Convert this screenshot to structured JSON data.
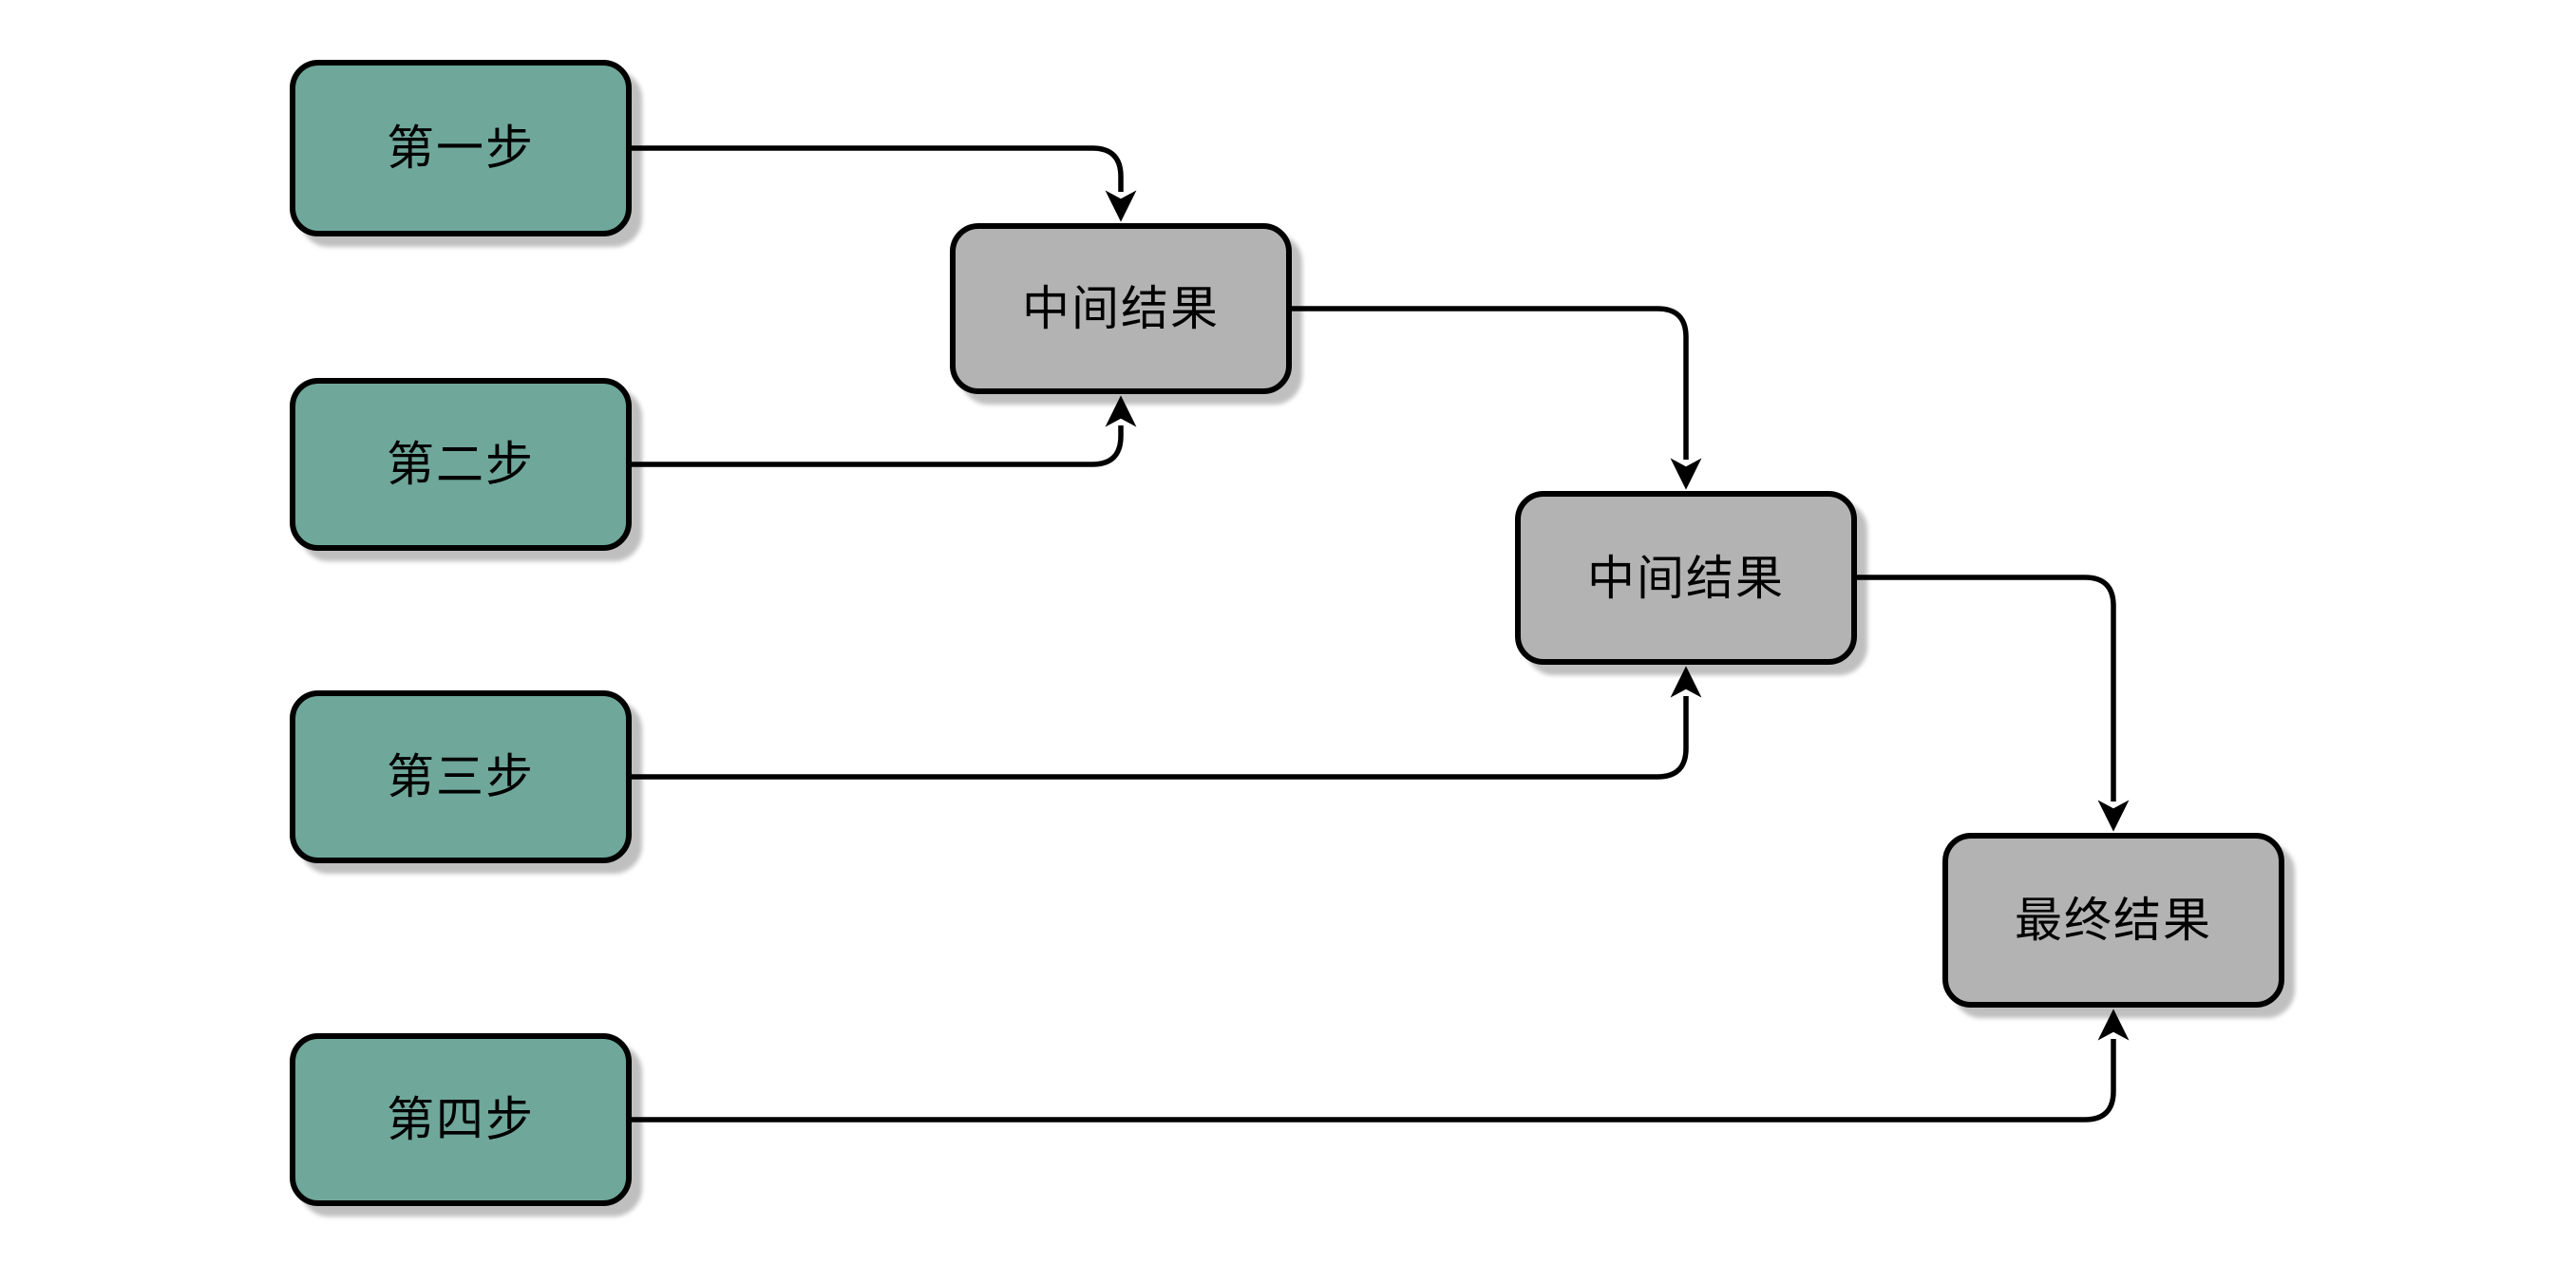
{
  "diagram": {
    "type": "flowchart",
    "direction": "left-to-right",
    "colors": {
      "background": "#ffffff",
      "step_fill": "#6fa79b",
      "result_fill": "#b3b3b3",
      "border": "#000000",
      "connector": "#000000",
      "text": "#000000",
      "shadow": "rgba(0,0,0,0.25)"
    },
    "nodes": [
      {
        "id": "step1",
        "kind": "step",
        "label": "第一步"
      },
      {
        "id": "step2",
        "kind": "step",
        "label": "第二步"
      },
      {
        "id": "step3",
        "kind": "step",
        "label": "第三步"
      },
      {
        "id": "step4",
        "kind": "step",
        "label": "第四步"
      },
      {
        "id": "mid1",
        "kind": "result",
        "label": "中间结果"
      },
      {
        "id": "mid2",
        "kind": "result",
        "label": "中间结果"
      },
      {
        "id": "final",
        "kind": "result",
        "label": "最终结果"
      }
    ],
    "edges": [
      {
        "from": "step1",
        "to": "mid1",
        "arrow": "arrowhead"
      },
      {
        "from": "step2",
        "to": "mid1",
        "arrow": "arrowhead"
      },
      {
        "from": "mid1",
        "to": "mid2",
        "arrow": "arrowhead"
      },
      {
        "from": "step3",
        "to": "mid2",
        "arrow": "arrowhead"
      },
      {
        "from": "mid2",
        "to": "final",
        "arrow": "arrowhead"
      },
      {
        "from": "step4",
        "to": "final",
        "arrow": "arrowhead"
      }
    ]
  }
}
